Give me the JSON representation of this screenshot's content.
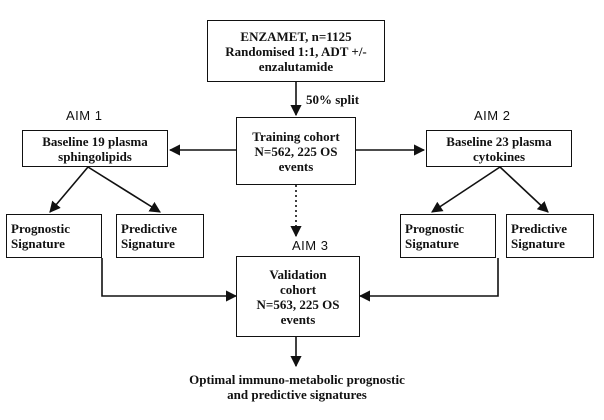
{
  "nodes": {
    "enzamet": {
      "lines": [
        "ENZAMET, n=1125",
        "Randomised 1:1, ADT +/-",
        "enzalutamide"
      ]
    },
    "training": {
      "lines": [
        "Training cohort",
        "N=562, 225 OS",
        "events"
      ]
    },
    "sphingolipids": {
      "lines": [
        "Baseline 19 plasma",
        "sphingolipids"
      ]
    },
    "cytokines": {
      "lines": [
        "Baseline 23 plasma",
        "cytokines"
      ]
    },
    "prognostic_left": {
      "lines": [
        "Prognostic",
        "Signature"
      ]
    },
    "predictive_left": {
      "lines": [
        "Predictive",
        "Signature"
      ]
    },
    "prognostic_right": {
      "lines": [
        "Prognostic",
        "Signature"
      ]
    },
    "predictive_right": {
      "lines": [
        "Predictive",
        "Signature"
      ]
    },
    "validation": {
      "lines": [
        "Validation",
        "cohort",
        "N=563, 225 OS",
        "events"
      ]
    },
    "outcome": {
      "lines": [
        "Optimal immuno-metabolic prognostic",
        "and predictive signatures"
      ]
    }
  },
  "labels": {
    "aim1": "AIM 1",
    "aim2": "AIM 2",
    "aim3": "AIM 3",
    "split": "50% split"
  },
  "colors": {
    "line": "#111111",
    "box_border": "#111111",
    "background": "#ffffff"
  }
}
